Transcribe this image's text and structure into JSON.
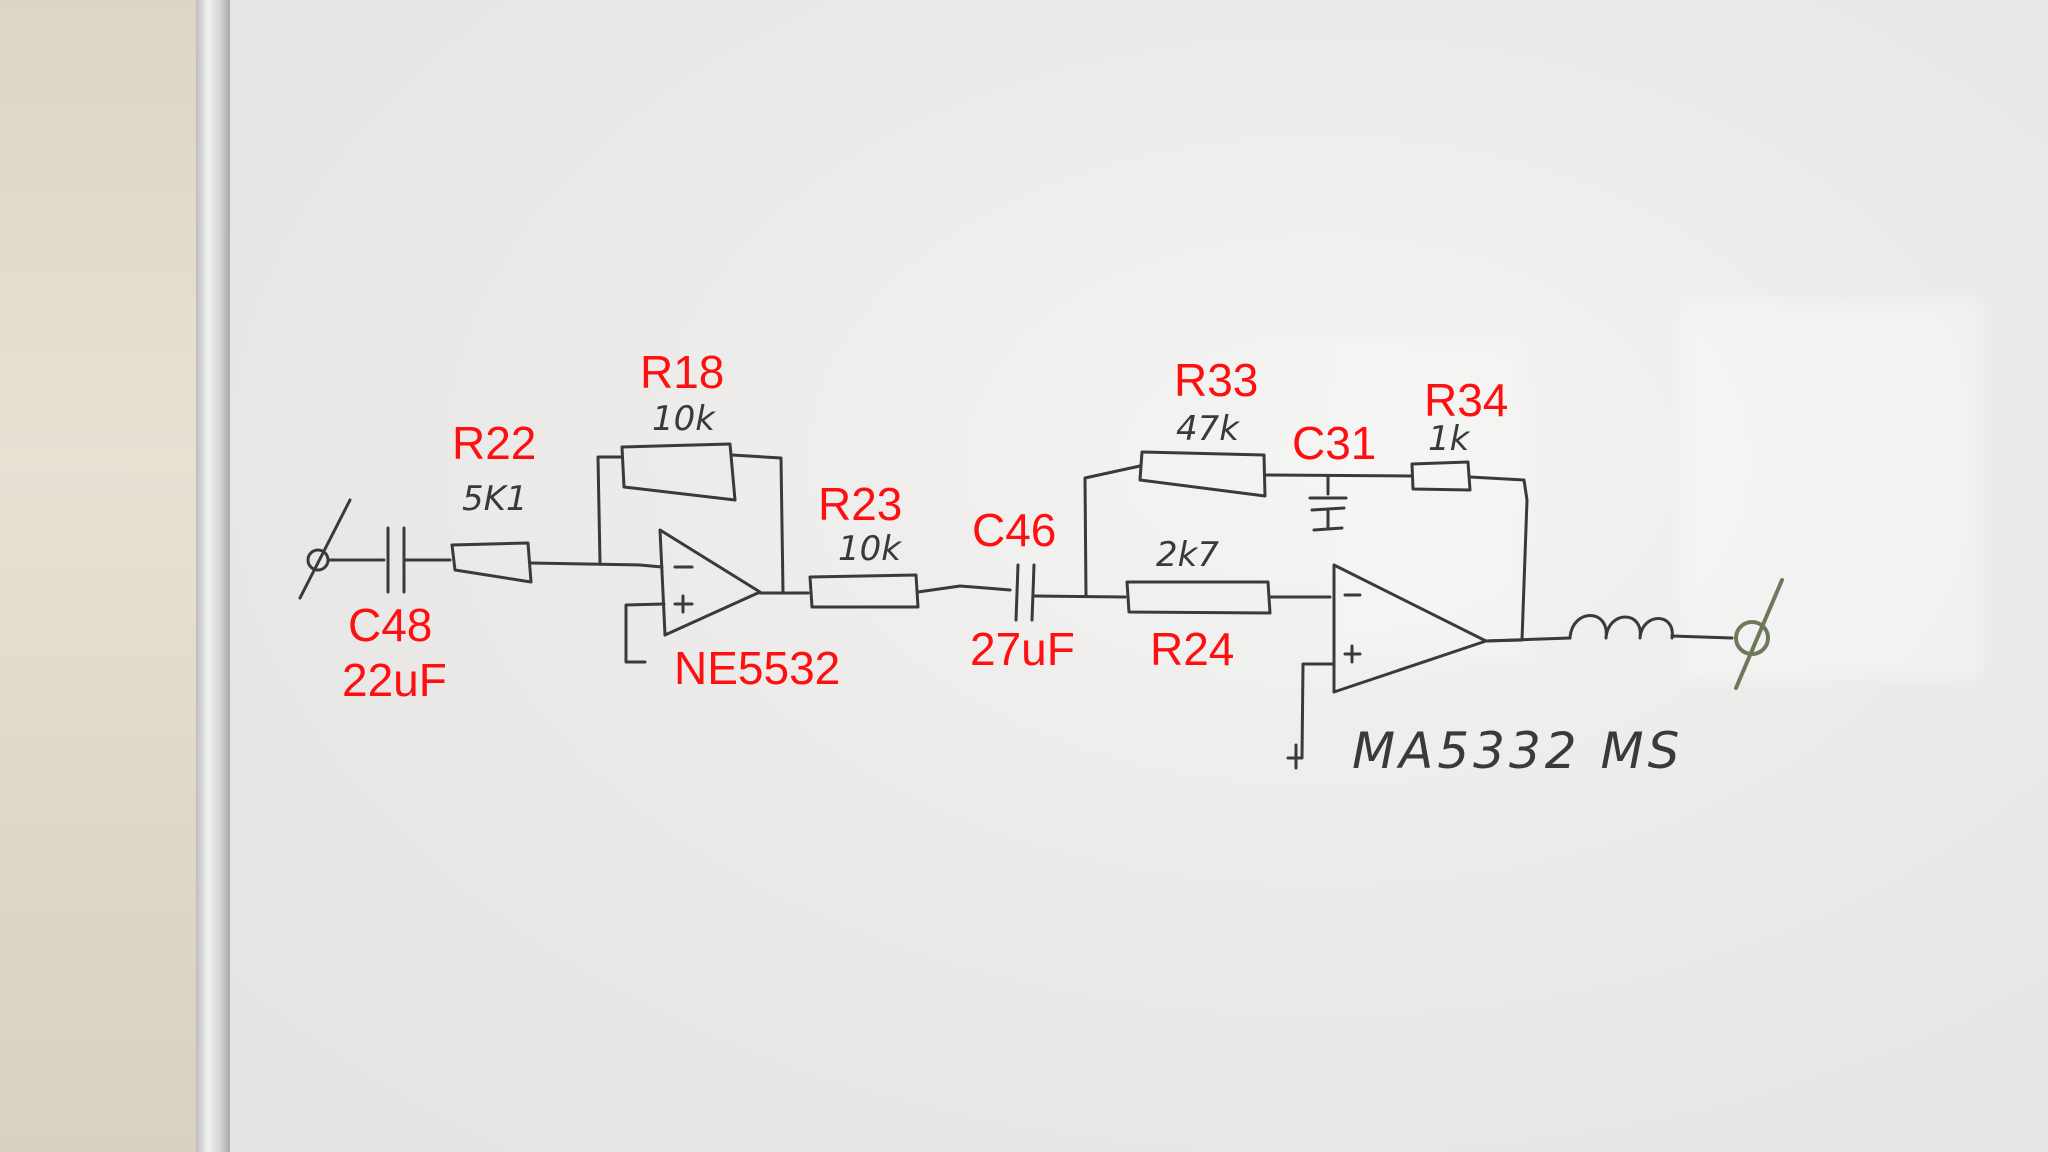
{
  "labels": {
    "r18": "R18",
    "r22": "R22",
    "r23": "R23",
    "c46": "C46",
    "r33": "R33",
    "c31": "C31",
    "r34": "R34",
    "c48": "C48",
    "c48_value": "22uF",
    "opamp1": "NE5532",
    "c46_value": "27uF",
    "r24": "R24"
  },
  "handwritten": {
    "r18_value": "10k",
    "r22_value": "5K1",
    "r23_value": "10k",
    "r33_value": "47k",
    "r34_value": "1k",
    "r24_value": "2k7",
    "opamp2": "MA5332 MS"
  },
  "colors": {
    "label_red": "#ff1010",
    "marker_ink": "#3a3a3a",
    "board_white": "#ecebea"
  }
}
